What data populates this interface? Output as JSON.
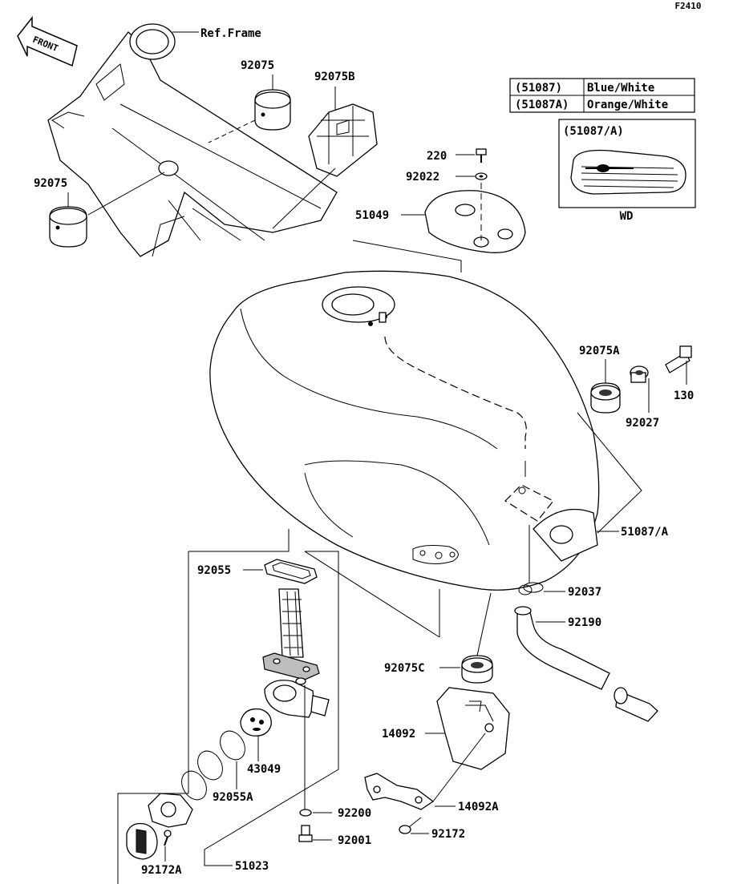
{
  "diagram_code": "F2410",
  "front_label": "FRONT",
  "labels": {
    "ref_frame": "Ref.Frame",
    "p92075_top": "92075",
    "p92075B": "92075B",
    "p92075_left": "92075",
    "p220": "220",
    "p92022": "92022",
    "p51049": "51049",
    "p92075A": "92075A",
    "p130": "130",
    "p92027": "92027",
    "p51087A": "51087/A",
    "p92037": "92037",
    "p92190": "92190",
    "p92075C": "92075C",
    "p14092": "14092",
    "p14092A": "14092A",
    "p92172_right": "92172",
    "p92055": "92055",
    "p43049": "43049",
    "p92055A": "92055A",
    "p92200": "92200",
    "p92001": "92001",
    "p92172A": "92172A",
    "p51023": "51023"
  },
  "color_table": [
    {
      "code": "(51087)",
      "color": "Blue/White"
    },
    {
      "code": "(51087A)",
      "color": "Orange/White"
    }
  ],
  "inset": {
    "title": "(51087/A)",
    "caption": "WD"
  }
}
